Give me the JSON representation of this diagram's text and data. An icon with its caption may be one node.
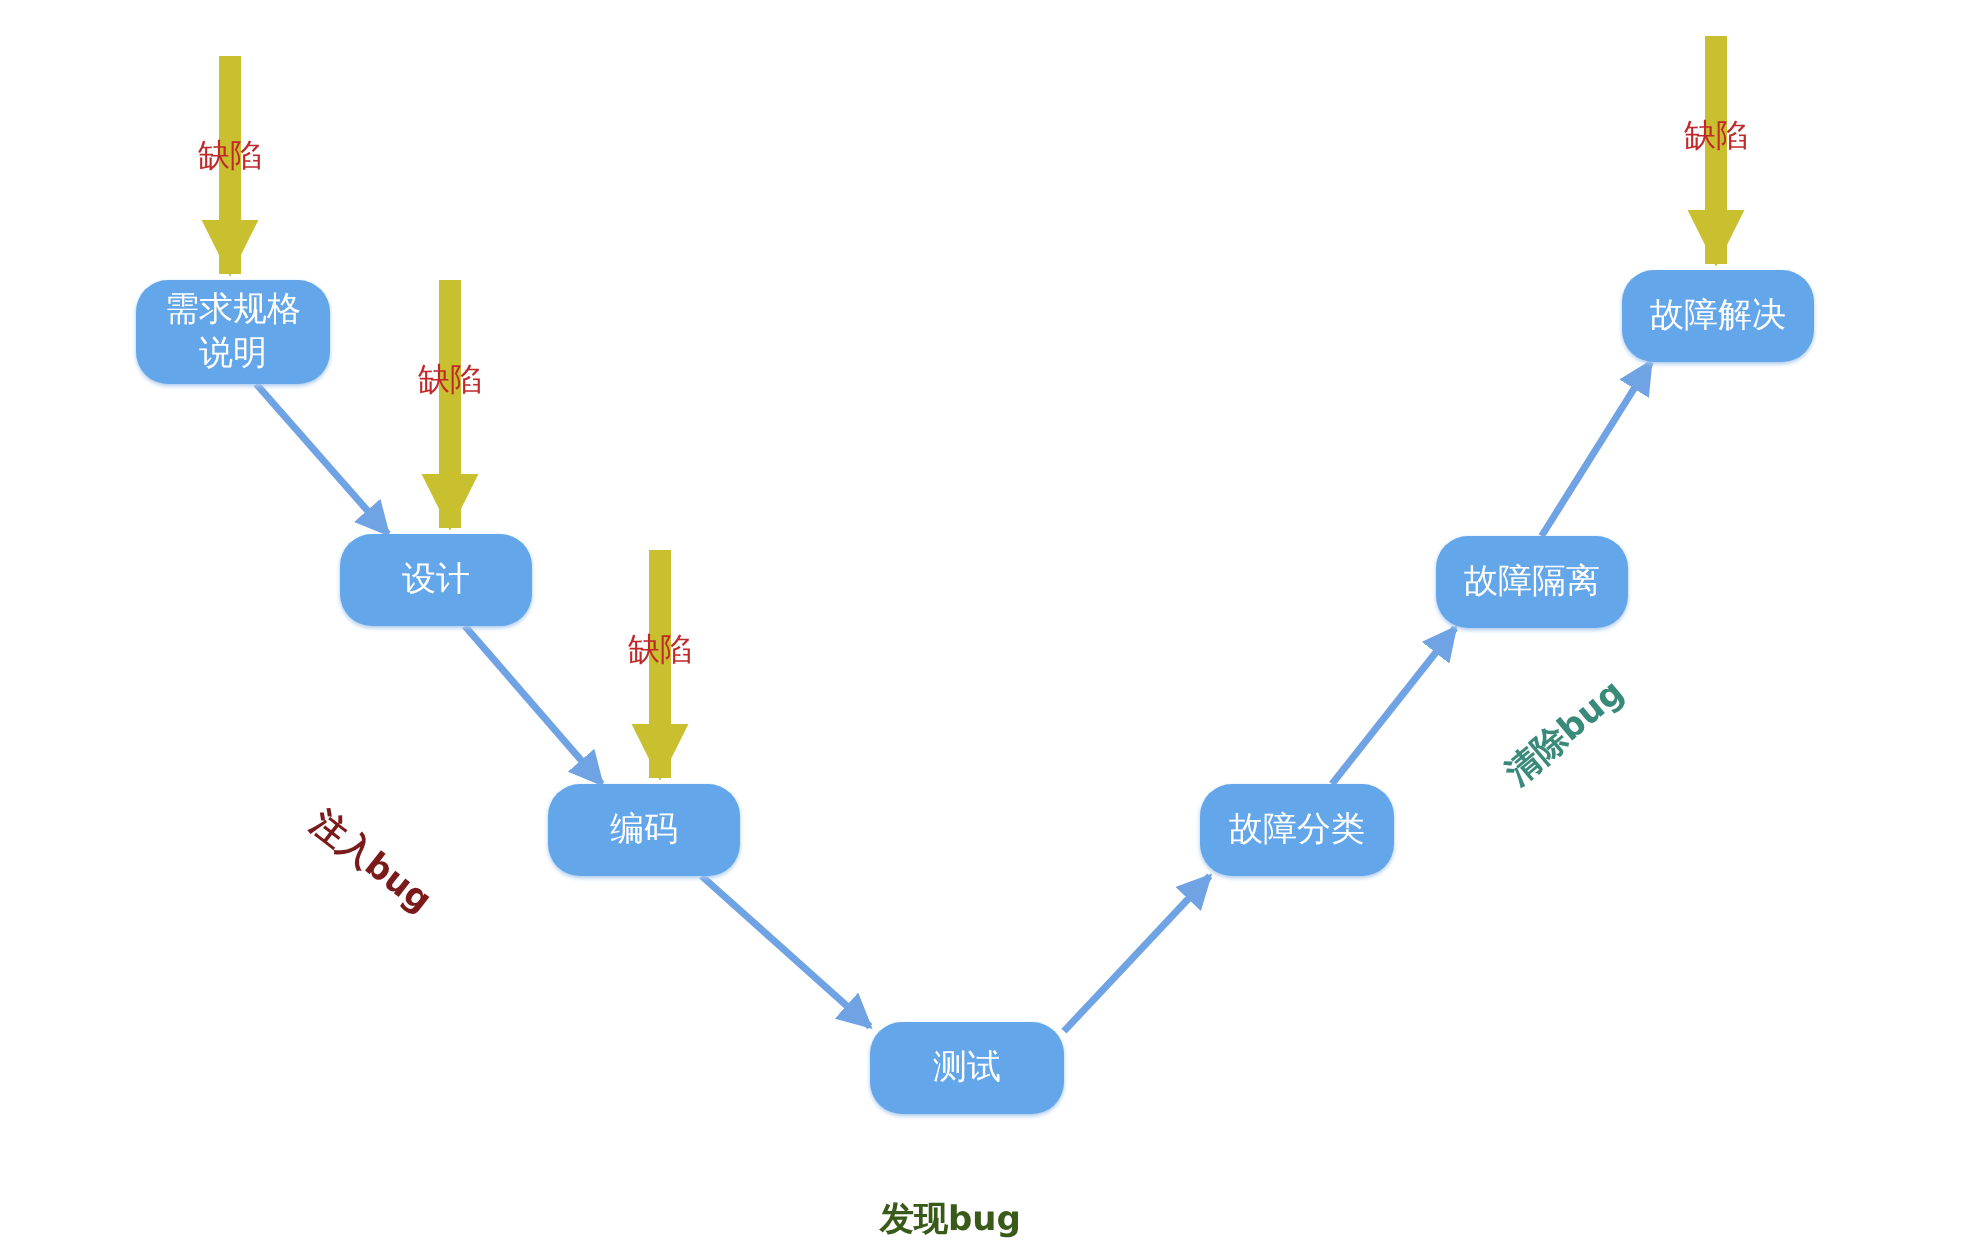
{
  "diagram": {
    "nodes": [
      {
        "text": [
          "需求规格说明"
        ]
      },
      {
        "text": [
          "设计"
        ]
      },
      {
        "text": [
          "编码"
        ]
      },
      {
        "text": [
          "测试"
        ]
      },
      {
        "text": [
          "故障分类"
        ]
      },
      {
        "text": [
          "故障隔离"
        ]
      },
      {
        "text": [
          "故障解决"
        ]
      }
    ],
    "edges": [
      {
        "from": 0,
        "to": 1,
        "arrow": "to"
      },
      {
        "from": 1,
        "to": 2,
        "arrow": "to"
      },
      {
        "from": 2,
        "to": 3,
        "arrow": "to"
      },
      {
        "from": 3,
        "to": 4,
        "arrow": "to"
      },
      {
        "from": 4,
        "to": 5,
        "arrow": "to"
      },
      {
        "from": 5,
        "to": 6,
        "arrow": "to"
      },
      {
        "from": null,
        "to": 0,
        "arrow": "to",
        "label": "缺陷",
        "style": "thick",
        "color": "#c8c02e"
      },
      {
        "from": null,
        "to": 1,
        "arrow": "to",
        "label": "缺陷",
        "style": "thick",
        "color": "#c8c02e"
      },
      {
        "from": null,
        "to": 2,
        "arrow": "to",
        "label": "缺陷",
        "style": "thick",
        "color": "#c8c02e"
      },
      {
        "from": null,
        "to": 6,
        "arrow": "to",
        "label": "缺陷",
        "style": "thick",
        "color": "#c8c02e"
      }
    ],
    "labels": [
      "注入bug",
      "清除bug",
      "发现bug"
    ]
  }
}
